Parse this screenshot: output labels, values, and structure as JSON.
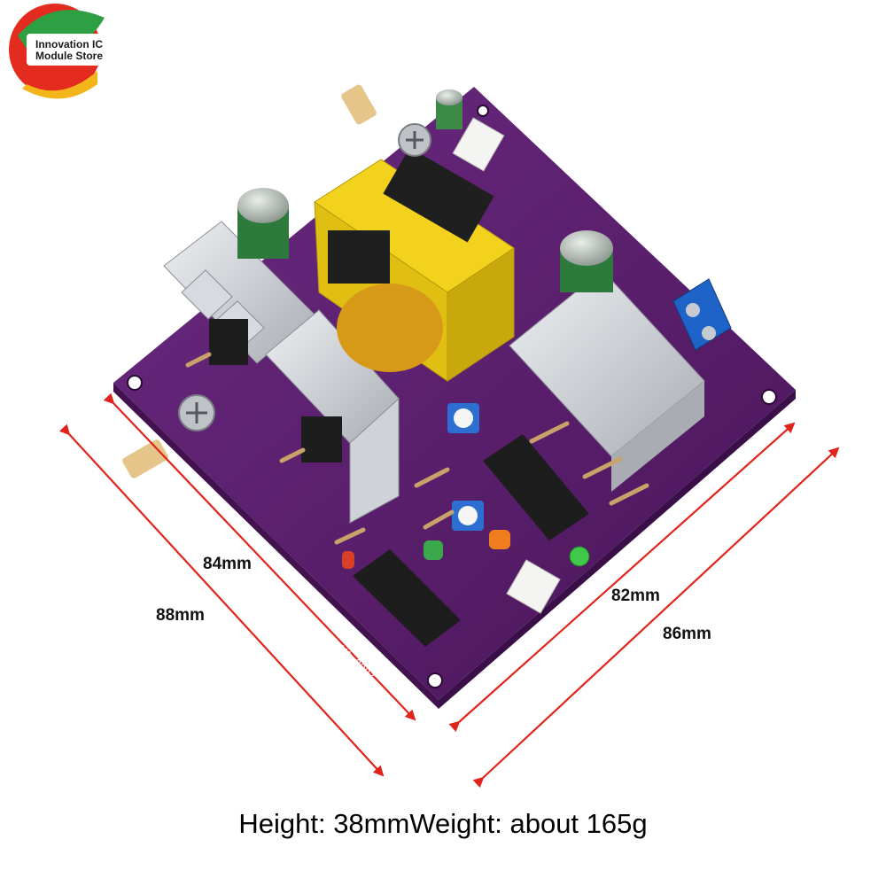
{
  "logo": {
    "line1": "Innovation IC",
    "line2": "Module Store"
  },
  "dimensions": {
    "d84": "84mm",
    "d88": "88mm",
    "d82": "82mm",
    "d86": "86mm"
  },
  "board": {
    "silkscreen": "#12694_V1_2207"
  },
  "caption": "Height: 38mmWeight: about 165g",
  "colors": {
    "pcb": "#5a1e6e",
    "arrow": "#e0241c",
    "transformer": "#f2d21c",
    "heatsink": "#c9ccd1"
  }
}
